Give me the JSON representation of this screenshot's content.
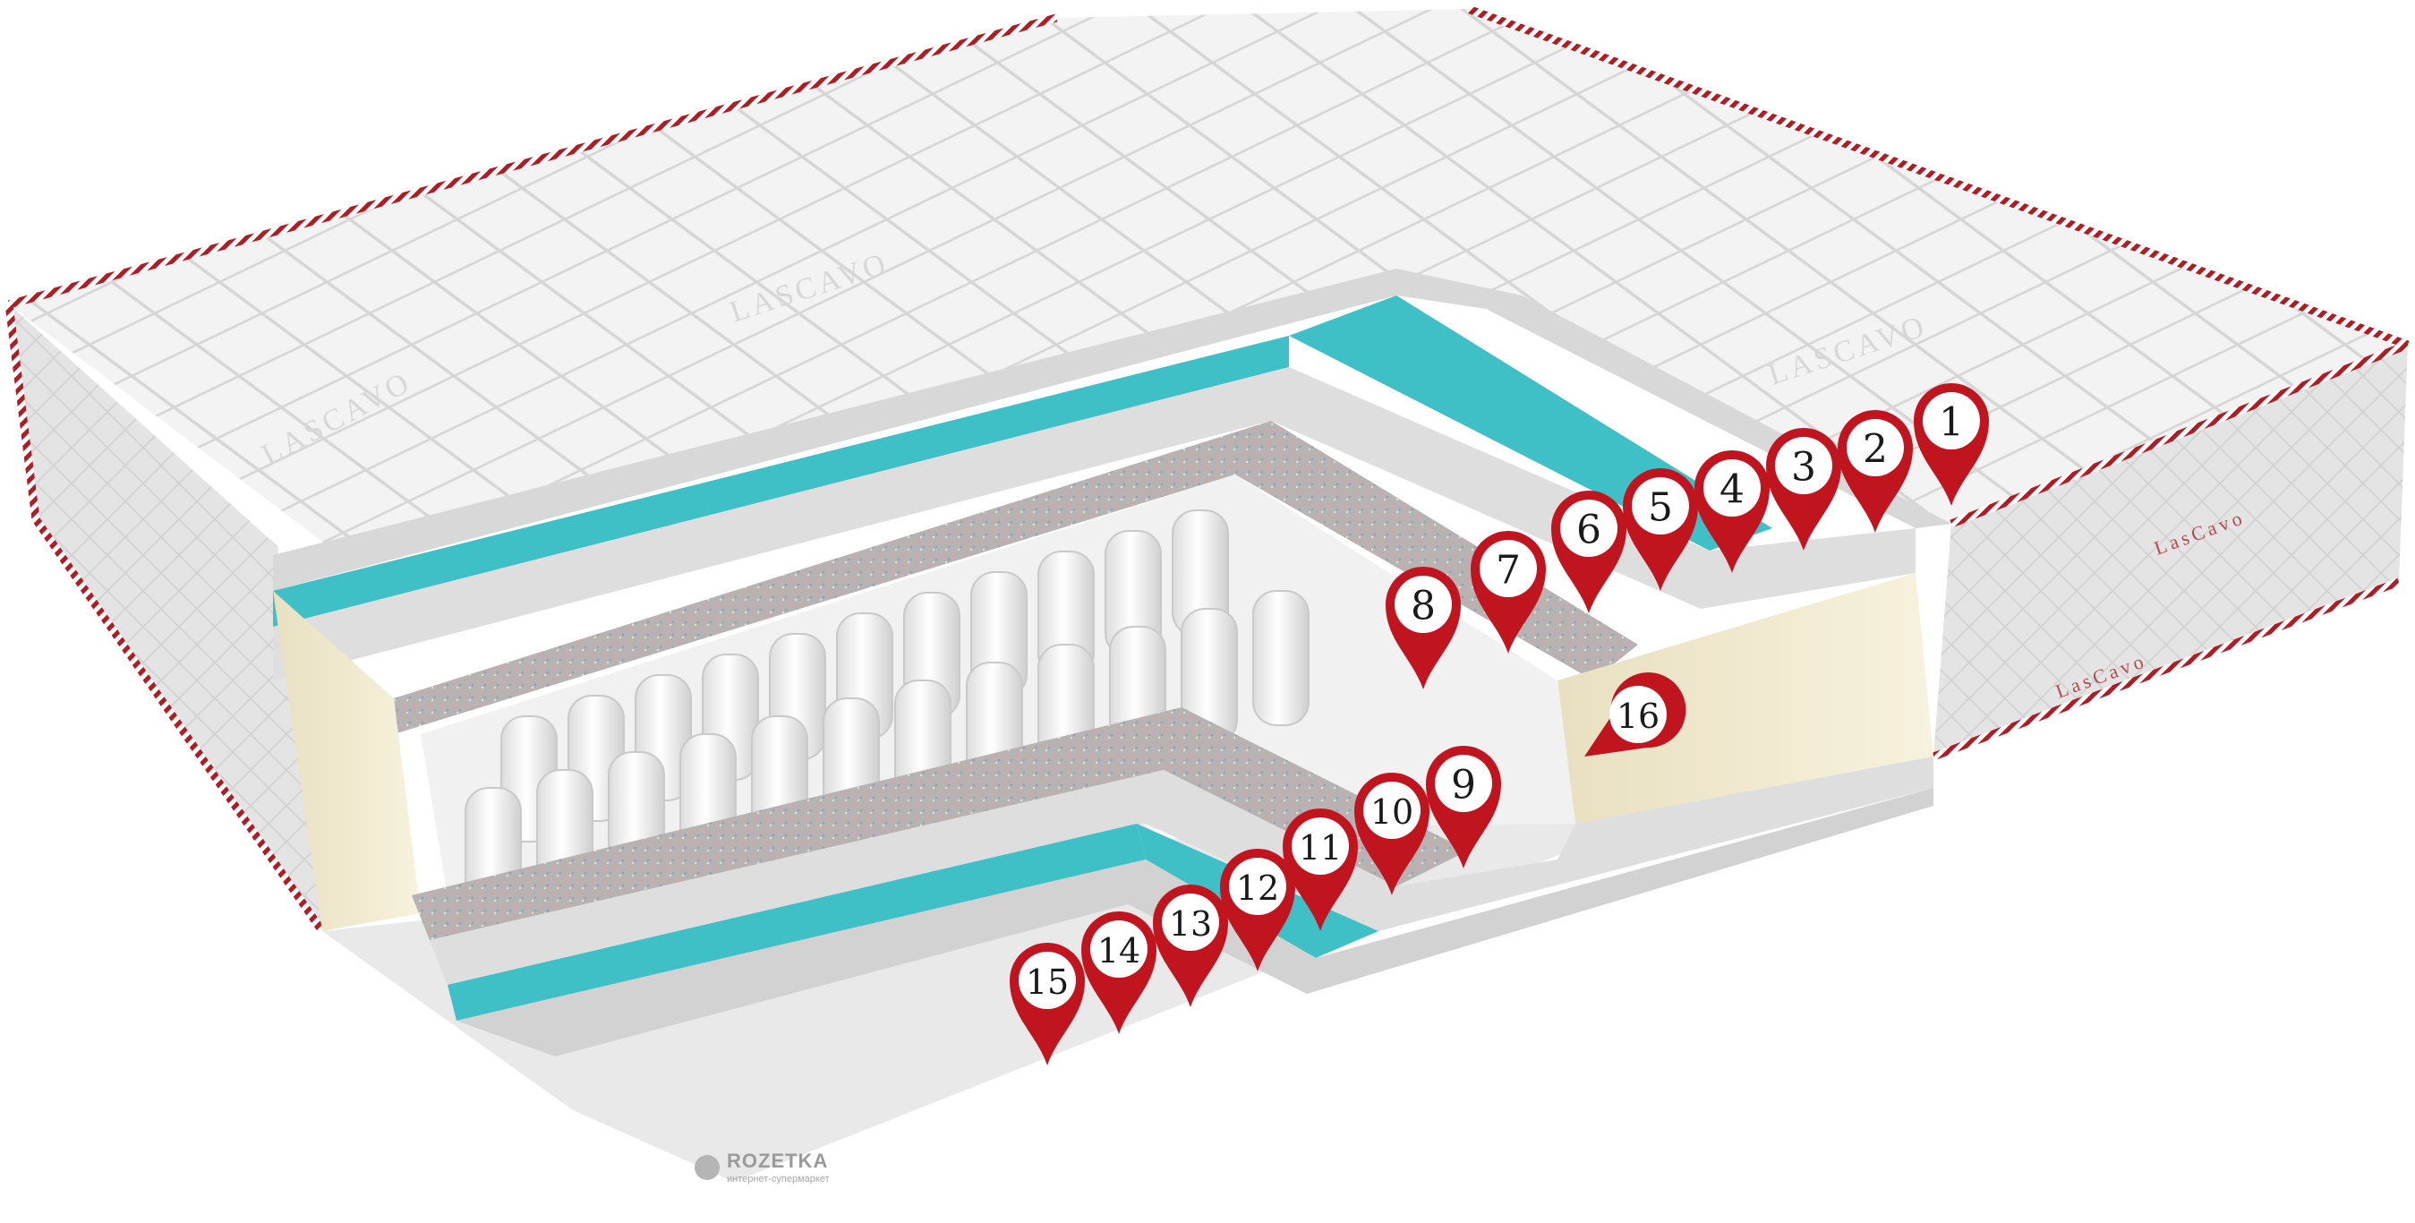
{
  "brand": {
    "name": "LASCAVO",
    "side_name": "LasCavo"
  },
  "watermark": {
    "name": "ROZETKA",
    "tagline": "интернет-супермаркет"
  },
  "colors": {
    "pin_fill": "#c0151f",
    "pin_inner": "#ffffff",
    "teal_layer": "#3fbfc6",
    "cream_layer": "#f0ead0",
    "felt_layer": "#b9b6b4",
    "cover": "#efefef",
    "piping": "#b01c24"
  },
  "markers": [
    {
      "label": "1"
    },
    {
      "label": "2"
    },
    {
      "label": "3"
    },
    {
      "label": "4"
    },
    {
      "label": "5"
    },
    {
      "label": "6"
    },
    {
      "label": "7"
    },
    {
      "label": "8"
    },
    {
      "label": "9"
    },
    {
      "label": "10"
    },
    {
      "label": "11"
    },
    {
      "label": "12"
    },
    {
      "label": "13"
    },
    {
      "label": "14"
    },
    {
      "label": "15"
    },
    {
      "label": "16"
    }
  ]
}
